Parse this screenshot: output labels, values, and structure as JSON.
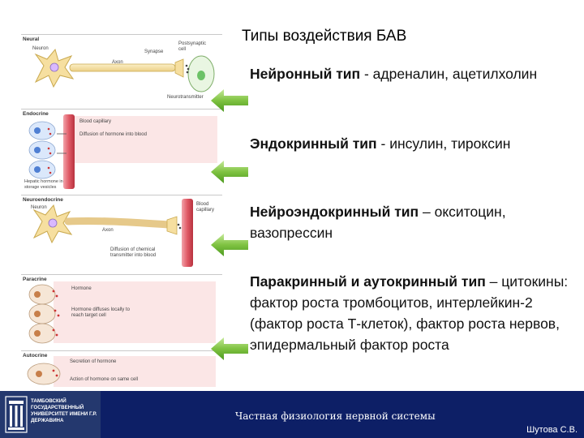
{
  "slide": {
    "title": "Типы воздействия БАВ",
    "entries": [
      {
        "bold": "Нейронный тип",
        "rest": " - адреналин, ацетилхолин"
      },
      {
        "bold": "Эндокринный тип",
        "rest": " - инсулин, тироксин"
      },
      {
        "bold": "Нейроэндокринный тип",
        "rest": " – окситоцин, вазопрессин"
      },
      {
        "bold": "Паракринный  и аутокринный тип",
        "rest": " – цитокины: фактор роста тромбоцитов, интерлейкин-2 (фактор роста Т-клеток), фактор роста нервов, эпидермальный фактор роста"
      }
    ]
  },
  "diagrams": {
    "neural": {
      "label": "Neural",
      "neuron": "Neuron",
      "axon": "Axon",
      "synapse": "Synapse",
      "postsynaptic": "Postsynaptic",
      "cell": "cell",
      "neurotransmitter": "Neurotransmitter"
    },
    "endocrine": {
      "label": "Endocrine",
      "capillary": "Blood capillary",
      "diffusion": "Diffusion of hormone into blood",
      "storage1": "Hepatic hormone in",
      "storage2": "storage vesicles"
    },
    "neuroendocrine": {
      "label": "Neuroendocrine",
      "neuron": "Neuron",
      "axon": "Axon",
      "blood1": "Blood",
      "blood2": "capillary",
      "diff1": "Diffusion of chemical",
      "diff2": "transmitter into blood"
    },
    "paracrine": {
      "label": "Paracrine",
      "hormone": "Hormone",
      "diff1": "Hormone diffuses locally to",
      "diff2": "reach target cell"
    },
    "autocrine": {
      "label": "Autocrine",
      "secretion": "Secretion of hormone",
      "action": "Action of hormone on same cell"
    }
  },
  "footer": {
    "university": "Тамбовский государственный университет имени Г.Р. Державина",
    "caption": "Частная физиология нервной системы",
    "author": "Шутова С.В."
  },
  "colors": {
    "footer_bg": "#0d1f66",
    "arrow_green": "#7fc241",
    "capillary_red": "#e05a66"
  }
}
